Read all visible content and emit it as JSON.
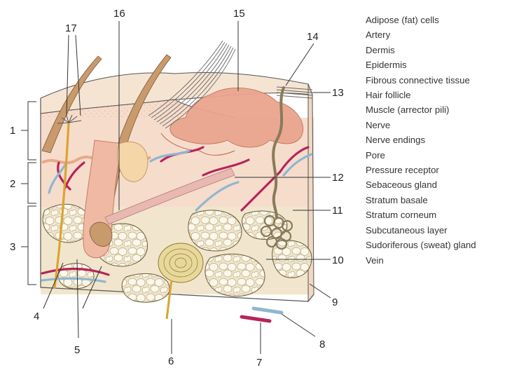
{
  "legend": [
    "Adipose (fat) cells",
    "Artery",
    "Dermis",
    "Epidermis",
    "Fibrous connective tissue",
    "Hair follicle",
    "Muscle (arrector pili)",
    "Nerve",
    "Nerve endings",
    "Pore",
    "Pressure receptor",
    "Sebaceous gland",
    "Stratum basale",
    "Stratum corneum",
    "Subcutaneous layer",
    "Sudoriferous (sweat) gland",
    "Vein"
  ],
  "callouts": [
    "1",
    "2",
    "3",
    "4",
    "5",
    "6",
    "7",
    "8",
    "9",
    "10",
    "11",
    "12",
    "13",
    "14",
    "15",
    "16",
    "17"
  ],
  "colors": {
    "epidermis": "#f3d3b4",
    "dermis": "#f6dccb",
    "basale": "#e8a98a",
    "fat_bg": "#f0e6cf",
    "fat_cell": "#fbf7ea",
    "artery": "#b8245a",
    "vein": "#8fb6d0",
    "nerve": "#d9a531",
    "hair": "#c89a6c",
    "gland": "#e9a489",
    "receptor": "#e8d89a"
  }
}
